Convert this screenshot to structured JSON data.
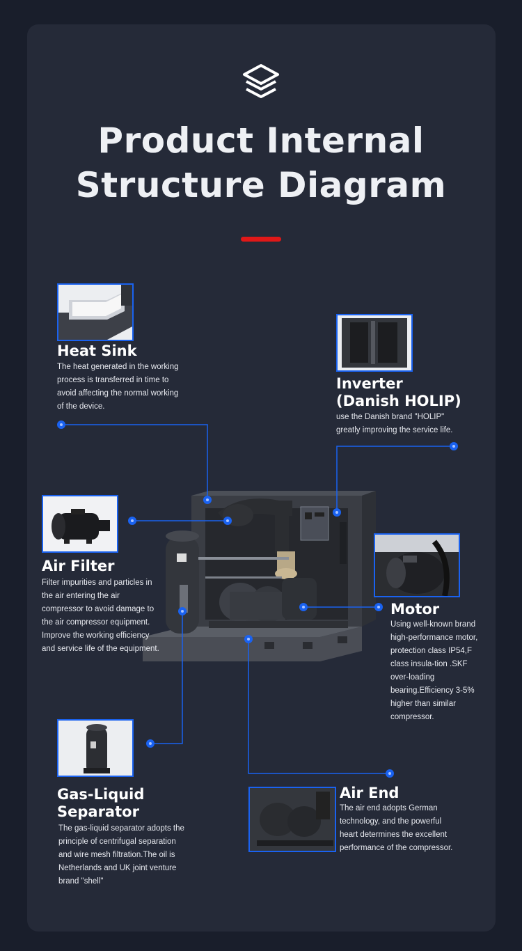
{
  "page": {
    "title_line1": "Product Internal",
    "title_line2": "Structure Diagram"
  },
  "colors": {
    "background": "#191e2b",
    "card": "#252a38",
    "accent_red": "#e01818",
    "connector_blue": "#1a62f0"
  },
  "features": {
    "heat_sink": {
      "title": "Heat Sink",
      "description": "The heat generated in the working process is transferred in time to avoid affecting the normal working of the device."
    },
    "inverter": {
      "title_line1": "Inverter",
      "title_line2": "(Danish HOLIP)",
      "description": "use the Danish brand \"HOLIP\" greatly improving the service life."
    },
    "air_filter": {
      "title": "Air Filter",
      "description": "Filter impurities and particles in the air entering the air compressor to avoid damage to the air compressor equipment. Improve the working efficiency and service life of the equipment."
    },
    "motor": {
      "title": "Motor",
      "description": "Using well-known brand high-performance motor, protection class IP54,F class insula-tion .SKF over-loading bearing.Efficiency 3-5% higher than similar compressor."
    },
    "gas_liquid_separator": {
      "title_line1": "Gas-Liquid",
      "title_line2": "Separator",
      "description": "The gas-liquid separator adopts the principle of centrifugal separation and wire mesh filtration.The oil is Netherlands and UK joint venture brand \"shell\""
    },
    "air_end": {
      "title": "Air End",
      "description": "The air end adopts German technology, and the powerful heart determines the excellent performance of the compressor."
    }
  }
}
